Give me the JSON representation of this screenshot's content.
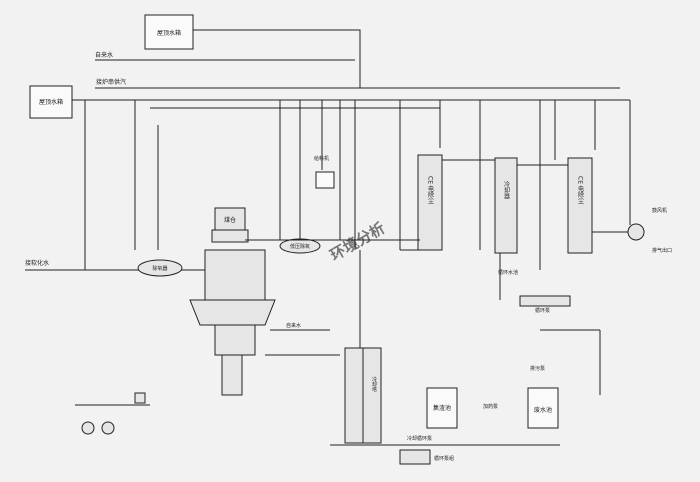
{
  "labels": {
    "pump_room_top": "屋顶水箱",
    "pump_room_left": "屋顶水箱",
    "tap_water": "自来水",
    "steam_return": "接炉串供汽",
    "soft_water": "接软化水",
    "hopper": "煤仓",
    "feeder": "给料机",
    "deaerator_left": "除氧器",
    "deaerator_mid": "低压除氧",
    "economizer_a": "CE 电除尘",
    "cooler": "冷却器",
    "economizer_b": "CE 电除尘",
    "fan_label": "鼓风机",
    "fan_outlet": "排气出口",
    "tap_water_mid": "自来水",
    "water_tank_small": "循环水池",
    "circ_pump": "循环泵",
    "cooling_column": "冷却塔",
    "settling_tank": "集渣池",
    "dosing_pump": "加药泵",
    "ash_tank": "废水池",
    "ash_pump": "排污泵",
    "cooling_water_pump": "冷却循环泵",
    "bottom_pump": "循环泵组",
    "watermark": "环境分析"
  },
  "colors": {
    "line": "#222222",
    "vessel": "#e6e6e6",
    "watermark": "#7fa6cf"
  }
}
